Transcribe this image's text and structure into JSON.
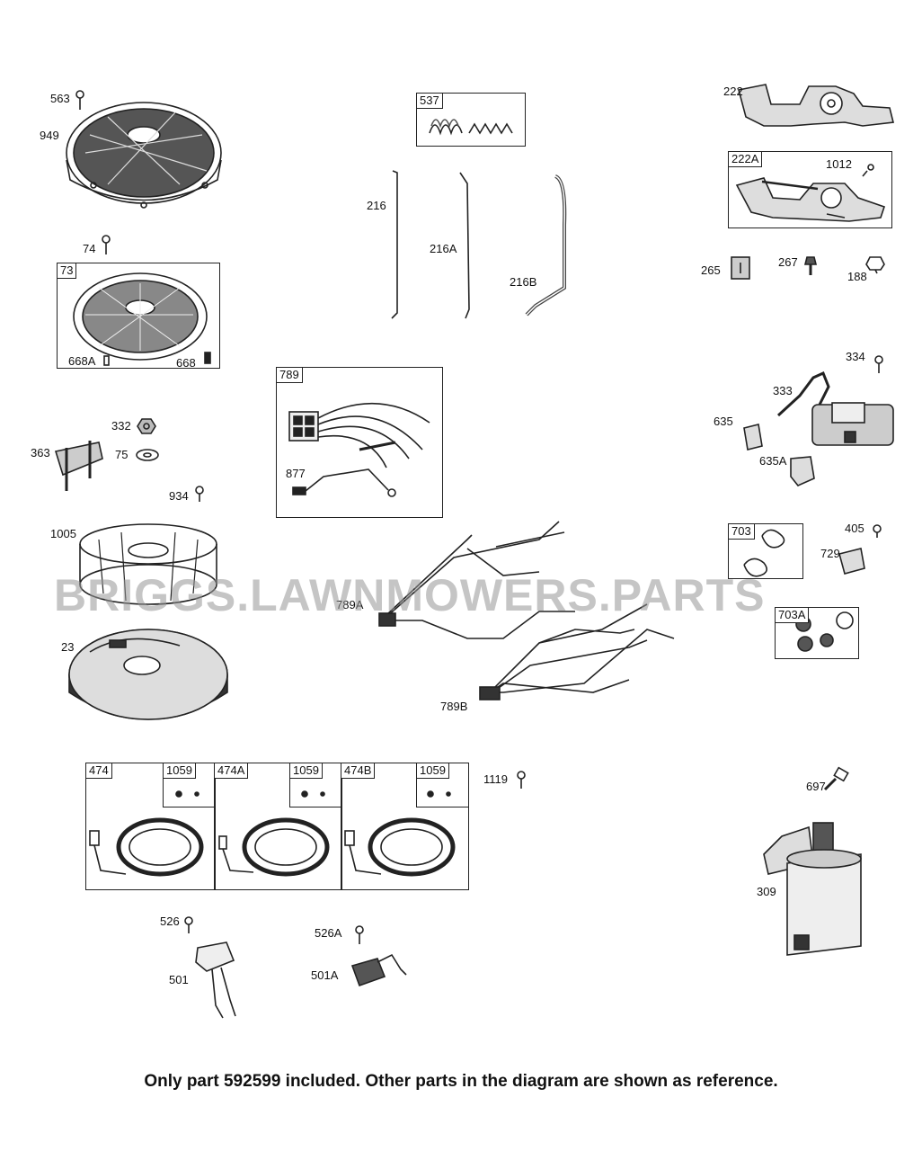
{
  "labels": {
    "p563": "563",
    "p949": "949",
    "p74": "74",
    "p73": "73",
    "p668A": "668A",
    "p668": "668",
    "p332": "332",
    "p75": "75",
    "p363": "363",
    "p934": "934",
    "p1005": "1005",
    "p23": "23",
    "p537": "537",
    "p216": "216",
    "p216A": "216A",
    "p216B": "216B",
    "p789": "789",
    "p877": "877",
    "p789A": "789A",
    "p789B": "789B",
    "p222": "222",
    "p222A": "222A",
    "p1012": "1012",
    "p265": "265",
    "p267": "267",
    "p188": "188",
    "p334": "334",
    "p333": "333",
    "p635": "635",
    "p635A": "635A",
    "p405": "405",
    "p703": "703",
    "p729": "729",
    "p703A": "703A",
    "p474": "474",
    "p1059a": "1059",
    "p474A": "474A",
    "p1059b": "1059",
    "p474B": "474B",
    "p1059c": "1059",
    "p1119": "1119",
    "p697": "697",
    "p309": "309",
    "p526": "526",
    "p501": "501",
    "p526A": "526A",
    "p501A": "501A"
  },
  "watermark": "BRIGGS.LAWNMOWERS.PARTS",
  "footer": "Only part 592599 included. Other parts in the diagram are shown as reference."
}
